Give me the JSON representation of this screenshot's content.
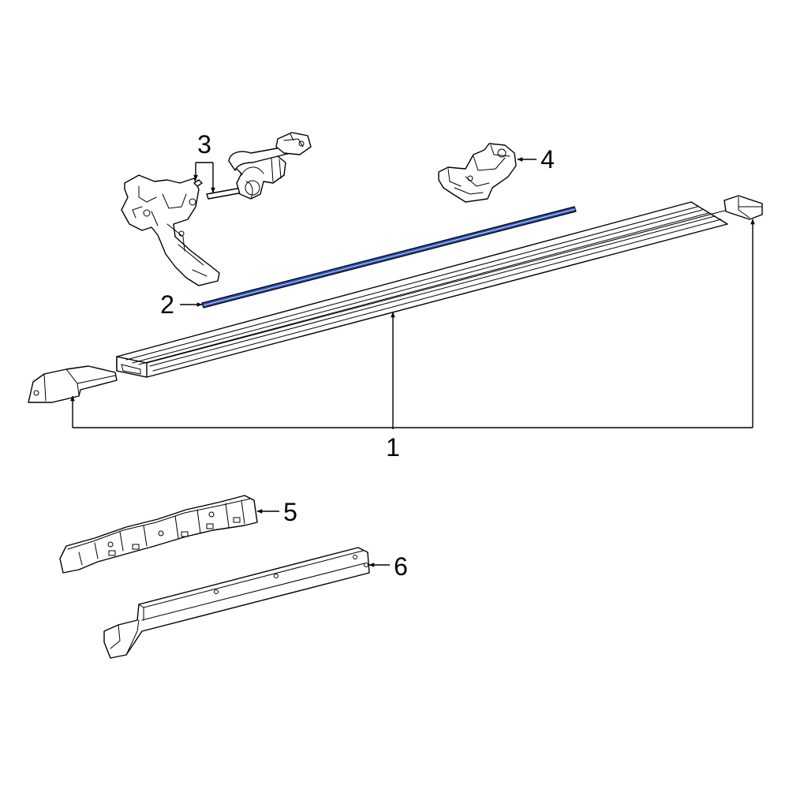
{
  "colors": {
    "line": "#000000",
    "highlight": "#2a4fb0",
    "background": "#ffffff"
  },
  "callouts": {
    "c1": "1",
    "c2": "2",
    "c3": "3",
    "c4": "4",
    "c5": "5",
    "c6": "6"
  }
}
